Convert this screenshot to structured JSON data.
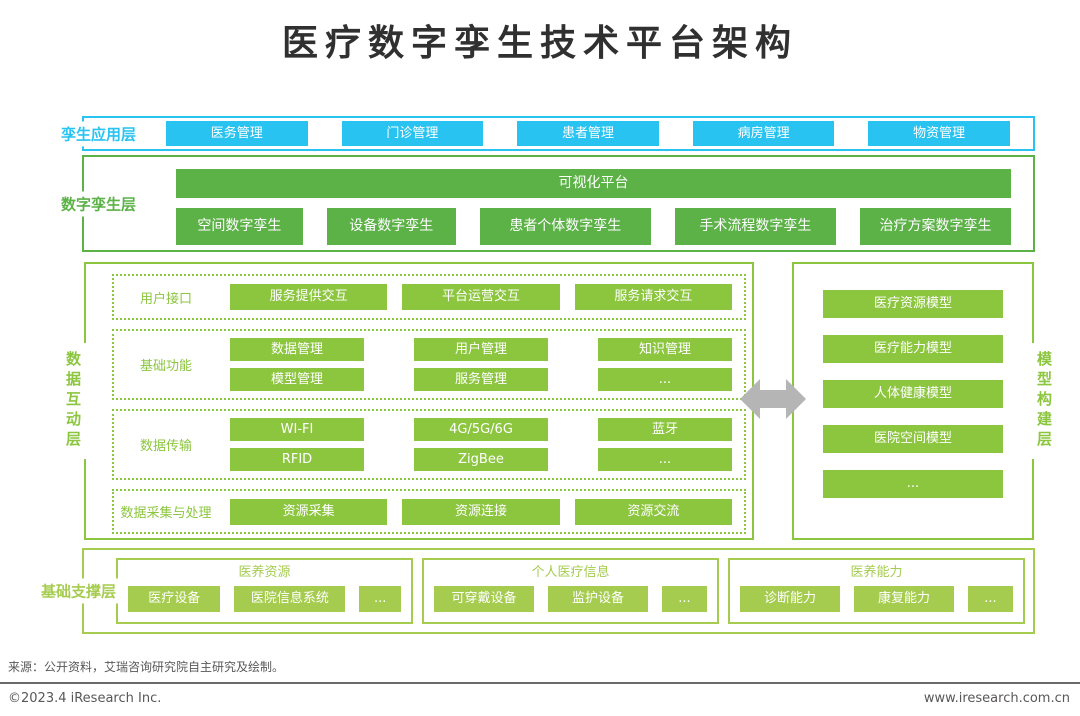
{
  "title": "医疗数字孪生技术平台架构",
  "colors": {
    "cyan": "#29C3F1",
    "green": "#5CB247",
    "light_green": "#8CC63F",
    "yellow_green": "#A5CC4E",
    "arrow_gray": "#B5B5B5",
    "title_text": "#303030",
    "footer_text": "#595757"
  },
  "app_layer": {
    "label": "孪生应用层",
    "boxes": [
      "医务管理",
      "门诊管理",
      "患者管理",
      "病房管理",
      "物资管理"
    ]
  },
  "twin_layer": {
    "label": "数字孪生层",
    "platform": "可视化平台",
    "boxes": [
      "空间数字孪生",
      "设备数字孪生",
      "患者个体数字孪生",
      "手术流程数字孪生",
      "治疗方案数字孪生"
    ]
  },
  "interact_layer": {
    "label": "数据互动层",
    "sections": [
      {
        "label": "用户接口",
        "boxes": [
          "服务提供交互",
          "平台运营交互",
          "服务请求交互"
        ]
      },
      {
        "label": "基础功能",
        "boxes": [
          "数据管理",
          "用户管理",
          "知识管理",
          "模型管理",
          "服务管理",
          "..."
        ]
      },
      {
        "label": "数据传输",
        "boxes": [
          "WI-FI",
          "4G/5G/6G",
          "蓝牙",
          "RFID",
          "ZigBee",
          "..."
        ]
      },
      {
        "label": "数据采集与处理",
        "boxes": [
          "资源采集",
          "资源连接",
          "资源交流"
        ]
      }
    ]
  },
  "model_layer": {
    "label": "模型构建层",
    "boxes": [
      "医疗资源模型",
      "医疗能力模型",
      "人体健康模型",
      "医院空间模型",
      "..."
    ]
  },
  "support_layer": {
    "label": "基础支撑层",
    "groups": [
      {
        "title": "医养资源",
        "boxes": [
          "医疗设备",
          "医院信息系统",
          "..."
        ]
      },
      {
        "title": "个人医疗信息",
        "boxes": [
          "可穿戴设备",
          "监护设备",
          "..."
        ]
      },
      {
        "title": "医养能力",
        "boxes": [
          "诊断能力",
          "康复能力",
          "..."
        ]
      }
    ]
  },
  "footer": {
    "source": "来源：公开资料，艾瑞咨询研究院自主研究及绘制。",
    "copyright": "©2023.4 iResearch Inc.",
    "website": "www.iresearch.com.cn"
  }
}
